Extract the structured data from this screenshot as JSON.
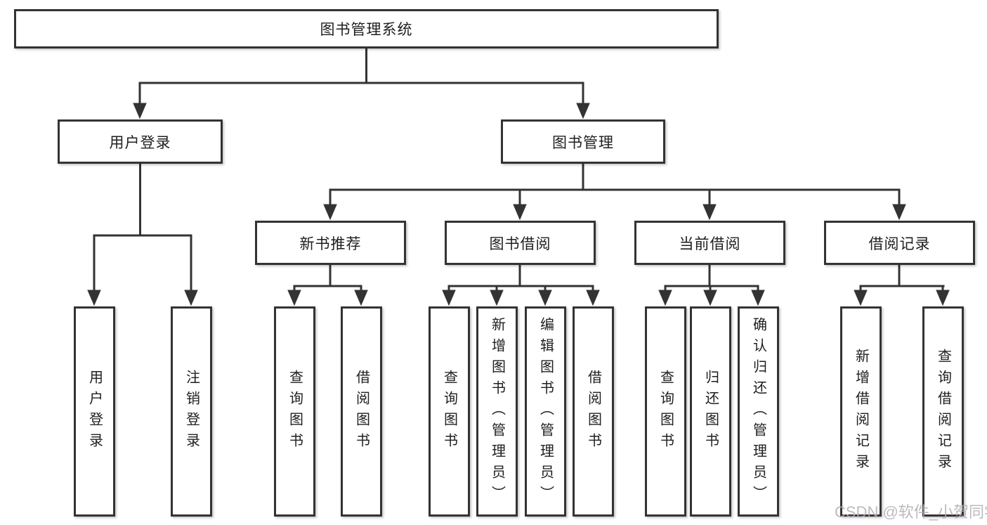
{
  "colors": {
    "line": "#333333",
    "box_border": "#333333",
    "text": "#1e1e1e",
    "watermark": "#b2aeb4",
    "background": "#ffffff"
  },
  "nodes": {
    "root": {
      "label": "图书管理系统"
    },
    "user_login": {
      "label": "用户登录"
    },
    "book_mgmt": {
      "label": "图书管理"
    },
    "new_book": {
      "label": "新书推荐"
    },
    "book_borrow": {
      "label": "图书借阅"
    },
    "current_borrow": {
      "label": "当前借阅"
    },
    "borrow_record": {
      "label": "借阅记录"
    },
    "leaf_user_login": {
      "label": "用户登录"
    },
    "leaf_logout": {
      "label": "注销登录"
    },
    "leaf_nb_query": {
      "label": "查询图书"
    },
    "leaf_nb_borrow": {
      "label": "借阅图书"
    },
    "leaf_bb_query": {
      "label": "查询图书"
    },
    "leaf_bb_add": {
      "label": "新增图书（管理员）"
    },
    "leaf_bb_edit": {
      "label": "编辑图书（管理员）"
    },
    "leaf_bb_borrow": {
      "label": "借阅图书"
    },
    "leaf_cb_query": {
      "label": "查询图书"
    },
    "leaf_cb_return": {
      "label": "归还图书"
    },
    "leaf_cb_confirm": {
      "label": "确认归还（管理员）"
    },
    "leaf_br_add": {
      "label": "新增借阅记录"
    },
    "leaf_br_query": {
      "label": "查询借阅记录"
    }
  },
  "hierarchy": {
    "root": [
      "user_login",
      "book_mgmt"
    ],
    "user_login": [
      "leaf_user_login",
      "leaf_logout"
    ],
    "book_mgmt": [
      "new_book",
      "book_borrow",
      "current_borrow",
      "borrow_record"
    ],
    "new_book": [
      "leaf_nb_query",
      "leaf_nb_borrow"
    ],
    "book_borrow": [
      "leaf_bb_query",
      "leaf_bb_add",
      "leaf_bb_edit",
      "leaf_bb_borrow"
    ],
    "current_borrow": [
      "leaf_cb_query",
      "leaf_cb_return",
      "leaf_cb_confirm"
    ],
    "borrow_record": [
      "leaf_br_add",
      "leaf_br_query"
    ]
  },
  "watermark": {
    "text": "CSDN @软件_小贺同学"
  }
}
